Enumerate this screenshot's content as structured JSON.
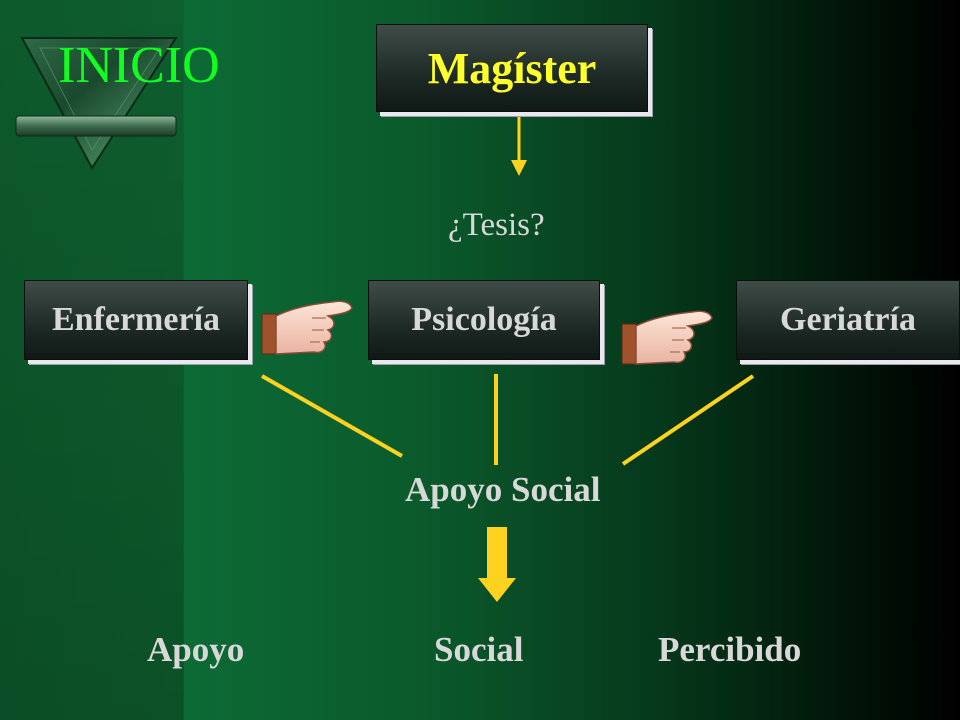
{
  "logo_text": "INICIO",
  "top_node": "Magíster",
  "question": "¿Tesis?",
  "disciplines": [
    "Enfermería",
    "Psicología",
    "Geriatría"
  ],
  "center_concept": "Apoyo Social",
  "result_words": [
    "Apoyo",
    "Social",
    "Percibido"
  ],
  "colors": {
    "background": "#0b5a2c",
    "box": "#1e2a26",
    "accent_yellow": "#ffd21f",
    "title_text": "#ffff2a",
    "logo_text": "#10ff20",
    "label_text": "#d8d8d8"
  },
  "icons": [
    "pointing-hand-icon",
    "down-arrow-icon",
    "triangle-logo-icon"
  ]
}
